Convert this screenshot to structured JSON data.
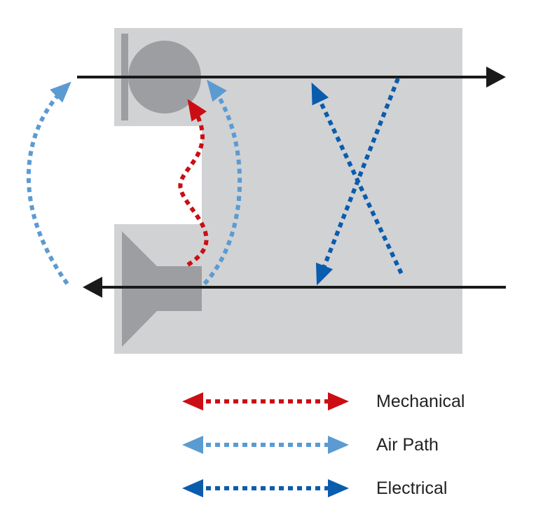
{
  "colors": {
    "device_body": "#d1d2d4",
    "device_part": "#9d9ea1",
    "signal_line": "#1a1a1a",
    "mechanical": "#cc0d14",
    "air_path": "#5b9bd1",
    "electrical": "#0a5cad"
  },
  "components": {
    "microphone": "microphone-shape",
    "speaker": "speaker-shape"
  },
  "legend": [
    {
      "label": "Mechanical",
      "color_key": "mechanical"
    },
    {
      "label": "Air Path",
      "color_key": "air_path"
    },
    {
      "label": "Electrical",
      "color_key": "electrical"
    }
  ]
}
